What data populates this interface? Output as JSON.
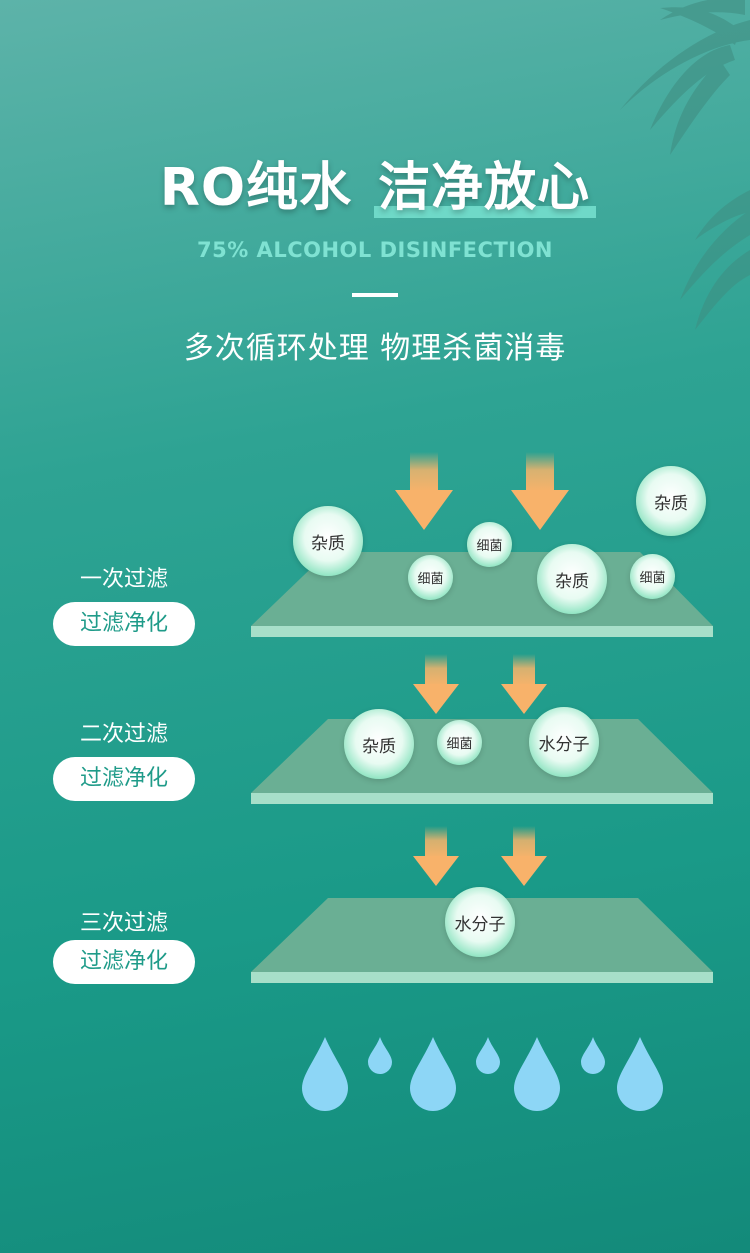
{
  "header": {
    "title_part1": "RO纯水",
    "title_part2": "洁净放心",
    "subtitle_en": "75% ALCOHOL DISINFECTION",
    "tagline": "多次循环处理  物理杀菌消毒"
  },
  "stages": [
    {
      "label": "一次过滤",
      "pill": "过滤净化",
      "bubbles": [
        "杂质",
        "细菌",
        "细菌",
        "杂质",
        "细菌",
        "杂质"
      ]
    },
    {
      "label": "二次过滤",
      "pill": "过滤净化",
      "bubbles": [
        "杂质",
        "细菌",
        "水分子"
      ]
    },
    {
      "label": "三次过滤",
      "pill": "过滤净化",
      "bubbles": [
        "水分子"
      ]
    }
  ],
  "colors": {
    "bg_top": "#5db3a9",
    "bg_bottom": "#138a7a",
    "accent": "#7fe2d2",
    "plate": "#6aaf94",
    "plate_edge": "#a7dfc9",
    "arrow": "#f6b46b",
    "drop": "#8dd6f6"
  },
  "icons": {
    "arrow": "down-arrow-icon",
    "drop": "water-drop-icon",
    "leaf": "palm-leaf-icon"
  }
}
